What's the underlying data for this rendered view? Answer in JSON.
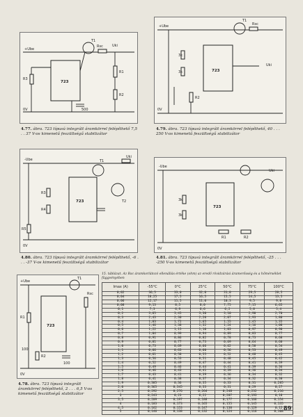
{
  "captions": {
    "fig1": {
      "num": "4.77.",
      "text": "ábra. 723 típusú integrált áramkörrel felépíthető 7,5 . . 37 V-os kimenetű feszültségű stabilizátor"
    },
    "fig2": {
      "num": "4.79.",
      "text": "ábra. 723 típusú integrált áramkörrel felépíthető, 40 . . . 250 V-os kimenetű feszültségű stabilizátor"
    },
    "fig3": {
      "num": "4.80.",
      "text": "ábra. 723 típusú integrált áramkörrel felépíthető, -6 . . . -37 V-os kimenetű feszültségű stabilizátor"
    },
    "fig4": {
      "num": "4.81.",
      "text": "ábra. 723 típusú integrált áramkörrel felépíthető, -25 . . . -250 V-os kimenetű feszültségű stabilizátor"
    },
    "fig5": {
      "num": "4.78.",
      "text": "ábra. 723 típusú integrált áramkörrel felépíthető, 2 . . . 6,5 V-os kimenetű feszültségű stabilizátor"
    }
  },
  "table": {
    "title": "15. táblázat. Az Rsc áramkorlátozó ellenállás értéke (ohm) az eredő rövidzárási áramerősség és a hőmérséklet függvényében",
    "headers": [
      "Imax (A)",
      "-55°C",
      "0°C",
      "25°C",
      "50°C",
      "75°C",
      "100°C"
    ],
    "rows": [
      [
        "0,02",
        "36,5",
        "33,0",
        "32,0",
        "31,0",
        "29,5",
        "28,5"
      ],
      [
        "0,04",
        "18,25",
        "17,5",
        "16,5",
        "15,5",
        "14,5",
        "13,5"
      ],
      [
        "0,06",
        "12,17",
        "11,5",
        "11,0",
        "10,3",
        "9,5",
        "9,0"
      ],
      [
        "0,08",
        "9,13",
        "8,5",
        "8,0",
        "7,75",
        "7,15",
        "6,65"
      ],
      [
        "0,1",
        "7,3",
        "6,9",
        "6,6",
        "6,2",
        "5,8",
        "5,4"
      ],
      [
        "0,2",
        "3,65",
        "3,45",
        "3,30",
        "3,10",
        "2,90",
        "2,70"
      ],
      [
        "0,3",
        "2,43",
        "2,30",
        "2,20",
        "2,07",
        "1,93",
        "1,80"
      ],
      [
        "0,4",
        "1,83",
        "1,72",
        "1,65",
        "1,55",
        "1,45",
        "1,35"
      ],
      [
        "0,5",
        "1,46",
        "1,38",
        "1,32",
        "1,24",
        "1,16",
        "1,08"
      ],
      [
        "0,6",
        "1,22",
        "1,15",
        "1,10",
        "1,03",
        "0,97",
        "0,90"
      ],
      [
        "0,7",
        "1,04",
        "0,99",
        "0,94",
        "0,89",
        "0,83",
        "0,77"
      ],
      [
        "0,8",
        "0,91",
        "0,86",
        "0,82",
        "0,78",
        "0,73",
        "0,68"
      ],
      [
        "0,9",
        "0,81",
        "0,77",
        "0,73",
        "0,69",
        "0,64",
        "0,60"
      ],
      [
        "1,0",
        "0,73",
        "0,69",
        "0,66",
        "0,62",
        "0,58",
        "0,54"
      ],
      [
        "1,1",
        "0,66",
        "0,63",
        "0,60",
        "0,56",
        "0,53",
        "0,49"
      ],
      [
        "1,2",
        "0,61",
        "0,58",
        "0,55",
        "0,52",
        "0,48",
        "0,45"
      ],
      [
        "1,3",
        "0,56",
        "0,53",
        "0,51",
        "0,48",
        "0,45",
        "0,42"
      ],
      [
        "1,4",
        "0,52",
        "0,49",
        "0,47",
        "0,44",
        "0,41",
        "0,39"
      ],
      [
        "1,5",
        "0,49",
        "0,46",
        "0,44",
        "0,41",
        "0,39",
        "0,36"
      ],
      [
        "1,6",
        "0,46",
        "0,43",
        "0,41",
        "0,39",
        "0,36",
        "0,34"
      ],
      [
        "1,7",
        "0,43",
        "0,41",
        "0,39",
        "0,36",
        "0,34",
        "0,32"
      ],
      [
        "1,8",
        "0,41",
        "0,38",
        "0,37",
        "0,34",
        "0,32",
        "0,30"
      ],
      [
        "1,9",
        "0,385",
        "0,36",
        "0,35",
        "0,33",
        "0,31",
        "0,285"
      ],
      [
        "2,0",
        "0,365",
        "0,345",
        "0,33",
        "0,31",
        "0,29",
        "0,27"
      ],
      [
        "2,5",
        "0,292",
        "0,276",
        "0,264",
        "0,248",
        "0,232",
        "0,216"
      ],
      [
        "3",
        "0,243",
        "0,23",
        "0,22",
        "0,207",
        "0,193",
        "0,18"
      ],
      [
        "3,5",
        "0,209",
        "0,197",
        "0,188",
        "0,177",
        "0,166",
        "0,154"
      ],
      [
        "4",
        "0,183",
        "0,173",
        "0,165",
        "0,155",
        "0,145",
        "0,135"
      ],
      [
        "4,5",
        "0,162",
        "0,153",
        "0,147",
        "0,138",
        "0,129",
        "0,12"
      ],
      [
        "5",
        "0,146",
        "0,138",
        "0,132",
        "0,124",
        "0,116",
        "0,108"
      ]
    ]
  },
  "page_number": "89"
}
